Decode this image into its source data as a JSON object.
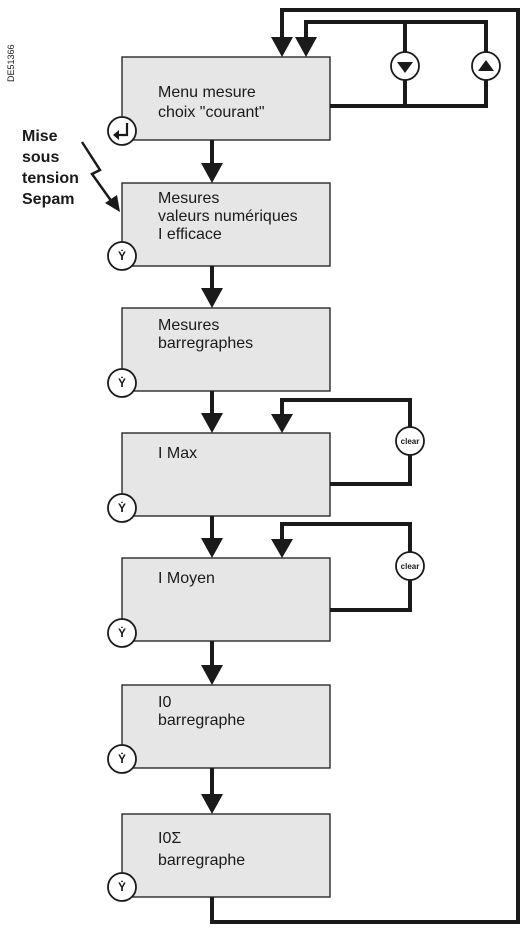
{
  "diagram": {
    "ref_code": "DE51366",
    "power_on_label": [
      "Mise",
      "sous",
      "tension",
      "Sepam"
    ],
    "boxes": [
      {
        "id": "menu",
        "lines": [
          "Menu mesure",
          "choix \"courant\""
        ],
        "button": "enter-icon"
      },
      {
        "id": "numeric",
        "lines": [
          "Mesures",
          "valeurs numériques",
          "I efficace"
        ],
        "button": "meter-key-icon"
      },
      {
        "id": "bargraph",
        "lines": [
          "Mesures",
          "barregraphes"
        ],
        "button": "meter-key-icon"
      },
      {
        "id": "imax",
        "lines": [
          "I Max"
        ],
        "button": "meter-key-icon"
      },
      {
        "id": "imoyen",
        "lines": [
          "I Moyen"
        ],
        "button": "meter-key-icon"
      },
      {
        "id": "i0",
        "lines": [
          "I0",
          "barregraphe"
        ],
        "button": "meter-key-icon"
      },
      {
        "id": "i0sigma",
        "lines": [
          "I0Σ",
          "barregraphe"
        ],
        "button": "meter-key-icon"
      }
    ],
    "keys": {
      "down": "down-arrow-icon",
      "up": "up-arrow-icon",
      "clear_label": "clear",
      "meter_glyph": "Ẏ"
    }
  }
}
